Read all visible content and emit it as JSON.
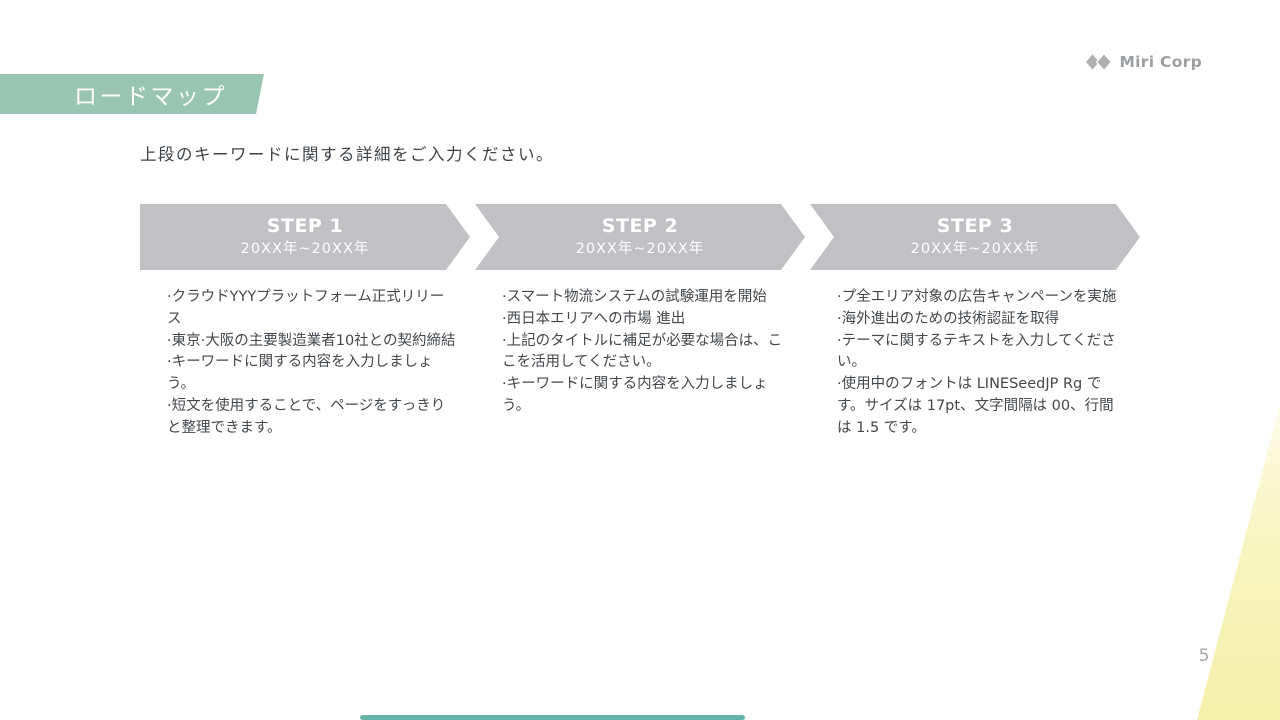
{
  "brand": {
    "name": "Miri Corp",
    "icon": "double-diamond-icon"
  },
  "slide": {
    "title": "ロードマップ",
    "subtitle": "上段のキーワードに関する詳細をご入力ください。",
    "page_number": "5"
  },
  "steps": [
    {
      "label": "STEP 1",
      "period": "20XX年~20XX年",
      "bullets": [
        "·クラウドYYYプラットフォーム正式リリース",
        "·東京·大阪の主要製造業者10社との契約締結",
        "·キーワードに関する内容を入力しましょう。",
        "·短文を使用することで、ページをすっきりと整理できます。"
      ]
    },
    {
      "label": "STEP 2",
      "period": "20XX年~20XX年",
      "bullets": [
        "·スマート物流システムの試験運用を開始",
        "·西日本エリアへの市場 進出",
        "·上記のタイトルに補足が必要な場合は、ここを活用してください。",
        "·キーワードに関する内容を入力しましょう。"
      ]
    },
    {
      "label": "STEP 3",
      "period": "20XX年~20XX年",
      "bullets": [
        "·プ全エリア対象の広告キャンペーンを実施",
        "·海外進出のための技術認証を取得",
        "·テーマに関するテキストを入力してください。",
        "·使用中のフォントは LINESeedJP Rg です。サイズは 17pt、文字間隔は 00、行間は 1.5 です。"
      ]
    }
  ],
  "colors": {
    "banner_green": "#99c5b2",
    "arrow_gray": "#c1c0c4",
    "body_text": "#43474e",
    "muted_gray": "#a4a8ab",
    "corner_yellow": "#f5f0aa",
    "bottom_bar_teal": "#66b5aa"
  }
}
